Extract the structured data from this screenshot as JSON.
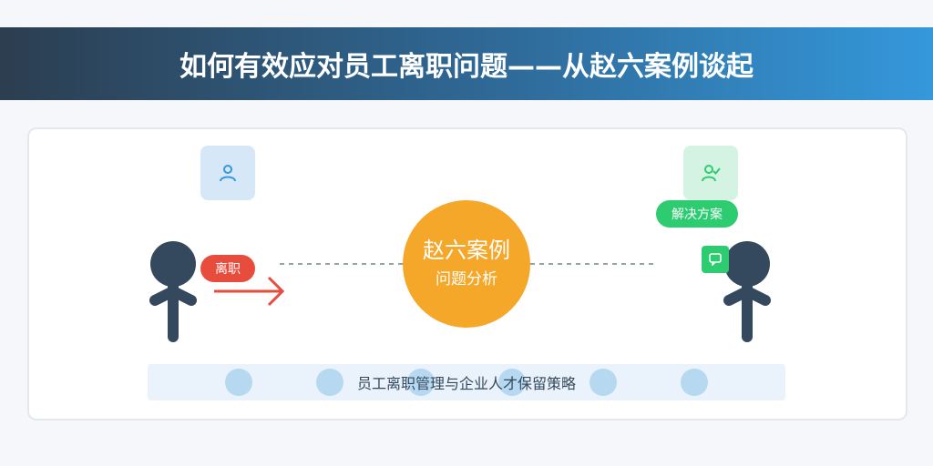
{
  "header": {
    "title": "如何有效应对员工离职问题——从赵六案例谈起"
  },
  "center": {
    "title": "赵六案例",
    "subtitle": "问题分析"
  },
  "labels": {
    "resign": "离职",
    "solution": "解决方案"
  },
  "footer": {
    "text": "员工离职管理与企业人才保留策略"
  },
  "icons": {
    "left_box": "user-icon",
    "right_box": "user-check-icon",
    "small_box": "chat-icon"
  },
  "colors": {
    "banner_start": "#2c3e50",
    "banner_end": "#3498db",
    "accent_orange": "#f5a72a",
    "resign_red": "#e74c3c",
    "solution_green": "#2ecc71",
    "figure_dark": "#34495e"
  }
}
